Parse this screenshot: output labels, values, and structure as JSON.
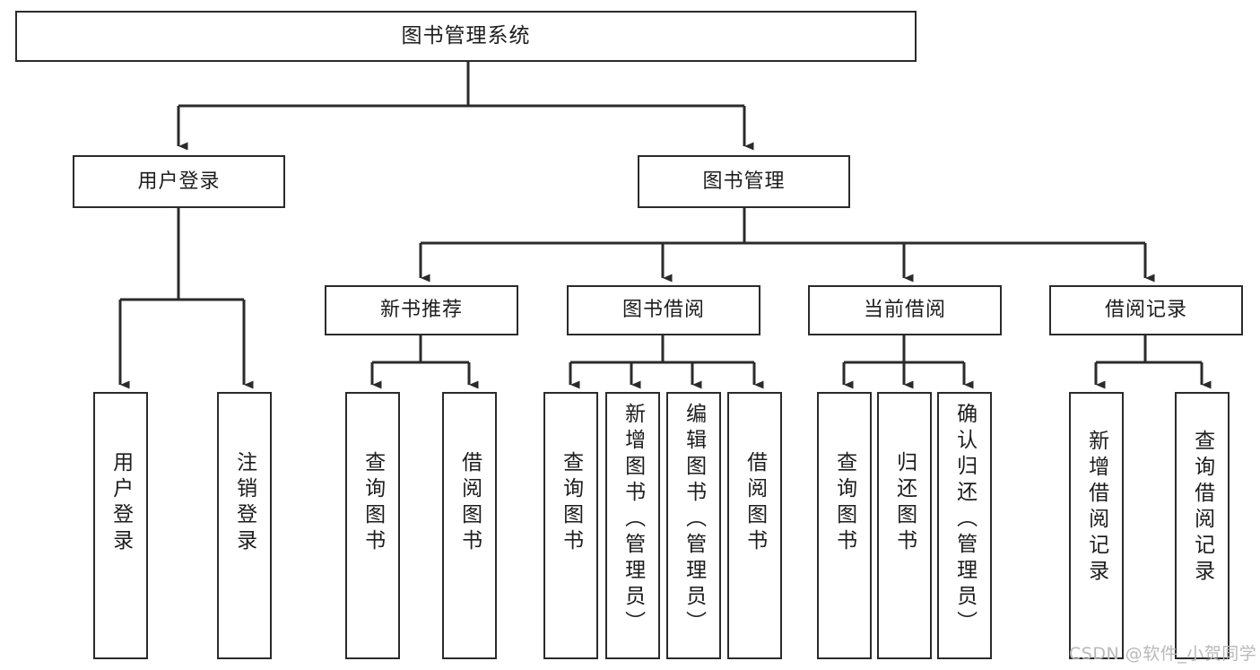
{
  "diagram": {
    "title": "图书管理系统",
    "type": "tree",
    "watermark": "CSDN @软件_小贺同学",
    "colors": {
      "box_border": "#2b2b2b",
      "box_fill": "#ffffff",
      "connector": "#2b2b2b",
      "text": "#1d1d1d",
      "watermark": "#b9b9b9"
    },
    "levels": {
      "root": {
        "label": "图书管理系统"
      },
      "level2": [
        {
          "label": "用户登录"
        },
        {
          "label": "图书管理"
        }
      ],
      "level3": [
        {
          "label": "新书推荐"
        },
        {
          "label": "图书借阅"
        },
        {
          "label": "当前借阅"
        },
        {
          "label": "借阅记录"
        }
      ],
      "leaves": {
        "user_login": [
          {
            "label": "用户登录"
          },
          {
            "label": "注销登录"
          }
        ],
        "new_book": [
          {
            "label": "查询图书"
          },
          {
            "label": "借阅图书"
          }
        ],
        "borrow_book": [
          {
            "label": "查询图书"
          },
          {
            "label": "新增图书（管理员）"
          },
          {
            "label": "编辑图书（管理员）"
          },
          {
            "label": "借阅图书"
          }
        ],
        "current_borrow": [
          {
            "label": "查询图书"
          },
          {
            "label": "归还图书"
          },
          {
            "label": "确认归还（管理员）"
          }
        ],
        "borrow_record": [
          {
            "label": "新增借阅记录"
          },
          {
            "label": "查询借阅记录"
          }
        ]
      }
    }
  }
}
